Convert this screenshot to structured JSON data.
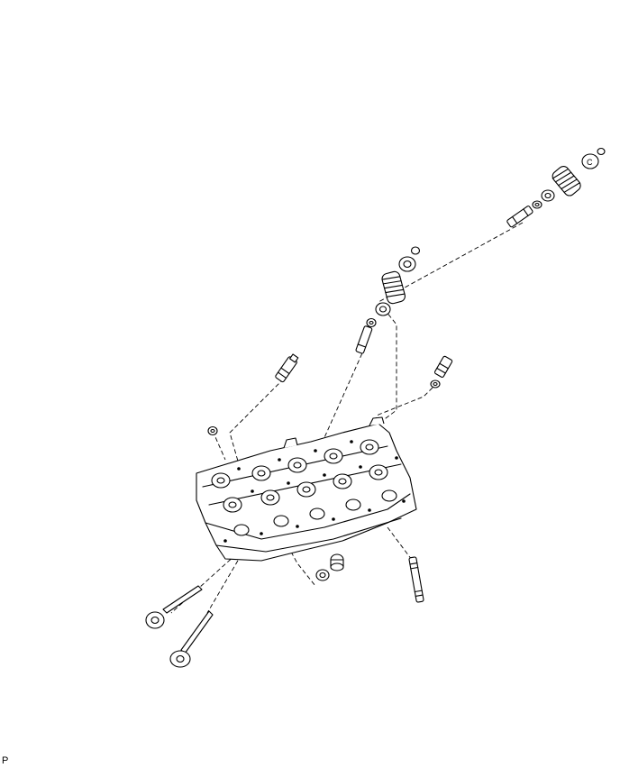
{
  "figure": {
    "corner_label": "P"
  },
  "parts": [
    "valve-upper-right",
    "valve-spring-set-upper-right",
    "valve-spring-set-center",
    "spark-plug-tube",
    "stud-bolt-right",
    "cylinder-head",
    "plug-bottom",
    "stud-bolt-bottom",
    "intake-valve",
    "exhaust-valve"
  ]
}
